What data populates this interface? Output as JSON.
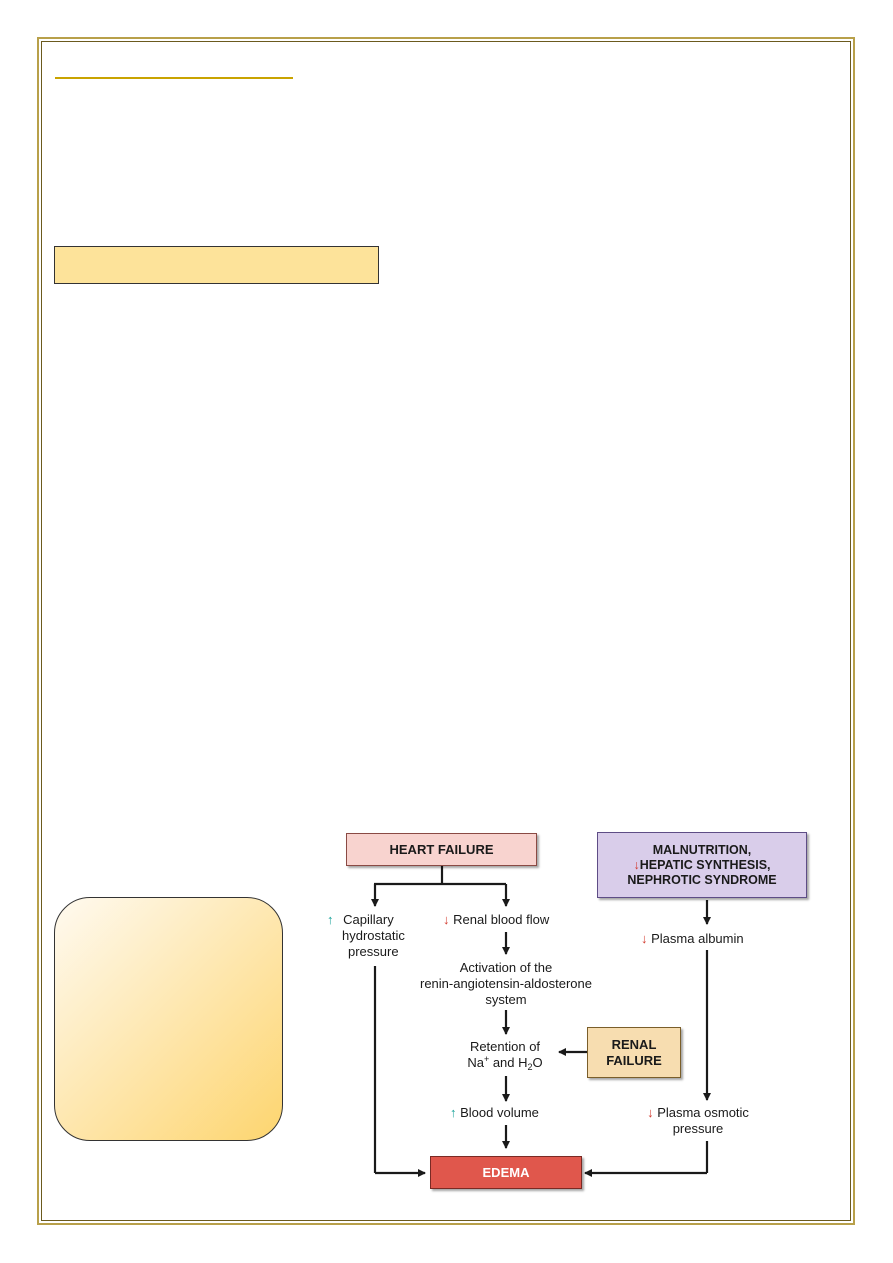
{
  "diagram": {
    "nodes": {
      "heart_failure": "HEART FAILURE",
      "malnutrition": [
        "MALNUTRITION,",
        "HEPATIC SYNTHESIS,",
        "NEPHROTIC SYNDROME"
      ],
      "renal_failure": [
        "RENAL",
        "FAILURE"
      ],
      "edema": "EDEMA"
    },
    "labels": {
      "capillary": [
        "Capillary",
        "hydrostatic",
        "pressure"
      ],
      "renal_blood_flow": "Renal blood flow",
      "activation": [
        "Activation of the",
        "renin-angiotensin-aldosterone",
        "system"
      ],
      "retention_line1": "Retention of",
      "retention_na": "Na",
      "retention_plus": "+",
      "retention_and": " and H",
      "retention_2": "2",
      "retention_o": "O",
      "blood_volume": "Blood volume",
      "plasma_albumin": "Plasma albumin",
      "plasma_osmotic": [
        "Plasma osmotic",
        "pressure"
      ]
    },
    "indicators": {
      "up": "↑",
      "down": "↓"
    }
  },
  "colors": {
    "page_border": "#b8a04a",
    "heading_fill": "#fde39a",
    "heart_failure_fill": "#f8d3cf",
    "malnutrition_fill": "#d9cdea",
    "renal_failure_fill": "#f7ddb0",
    "edema_fill": "#e0574c",
    "increase_arrow": "#1aa39a",
    "decrease_arrow": "#d23a2e"
  }
}
